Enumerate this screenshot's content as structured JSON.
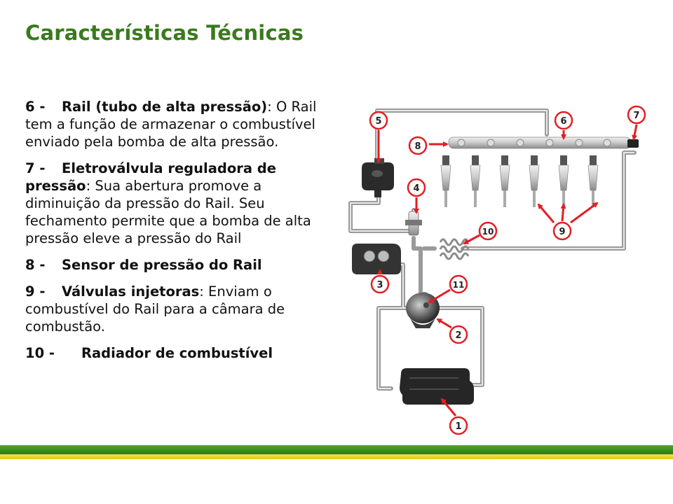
{
  "title": "Características Técnicas",
  "items": [
    {
      "num": "6 -",
      "term": "Rail (tubo de alta pressão)",
      "sep": ":",
      "text": " O Rail tem a função de armazenar o combustível enviado pela bomba de alta pressão."
    },
    {
      "num": "7 -",
      "term": "Eletroválvula reguladora de pressão",
      "sep": ":",
      "text": " Sua abertura promove a diminuição da pressão do Rail. Seu fechamento permite que a bomba de alta pressão eleve a pressão do Rail"
    },
    {
      "num": "8 -",
      "term": "Sensor de pressão do Rail",
      "sep": "",
      "text": ""
    },
    {
      "num": "9 -",
      "term": "Válvulas injetoras",
      "sep": ":",
      "text": " Enviam o combustível do Rail para a câmara de combustão."
    },
    {
      "num": "10 -",
      "term": "Radiador de combustível",
      "sep": "",
      "text": ""
    }
  ],
  "callouts": [
    "1",
    "2",
    "3",
    "4",
    "5",
    "6",
    "7",
    "8",
    "9",
    "10",
    "11"
  ],
  "colors": {
    "title": "#3a7a1e",
    "callout": "#e31e24",
    "green_bar": "#3c8a1e",
    "yellow_bar": "#f2d51a"
  }
}
